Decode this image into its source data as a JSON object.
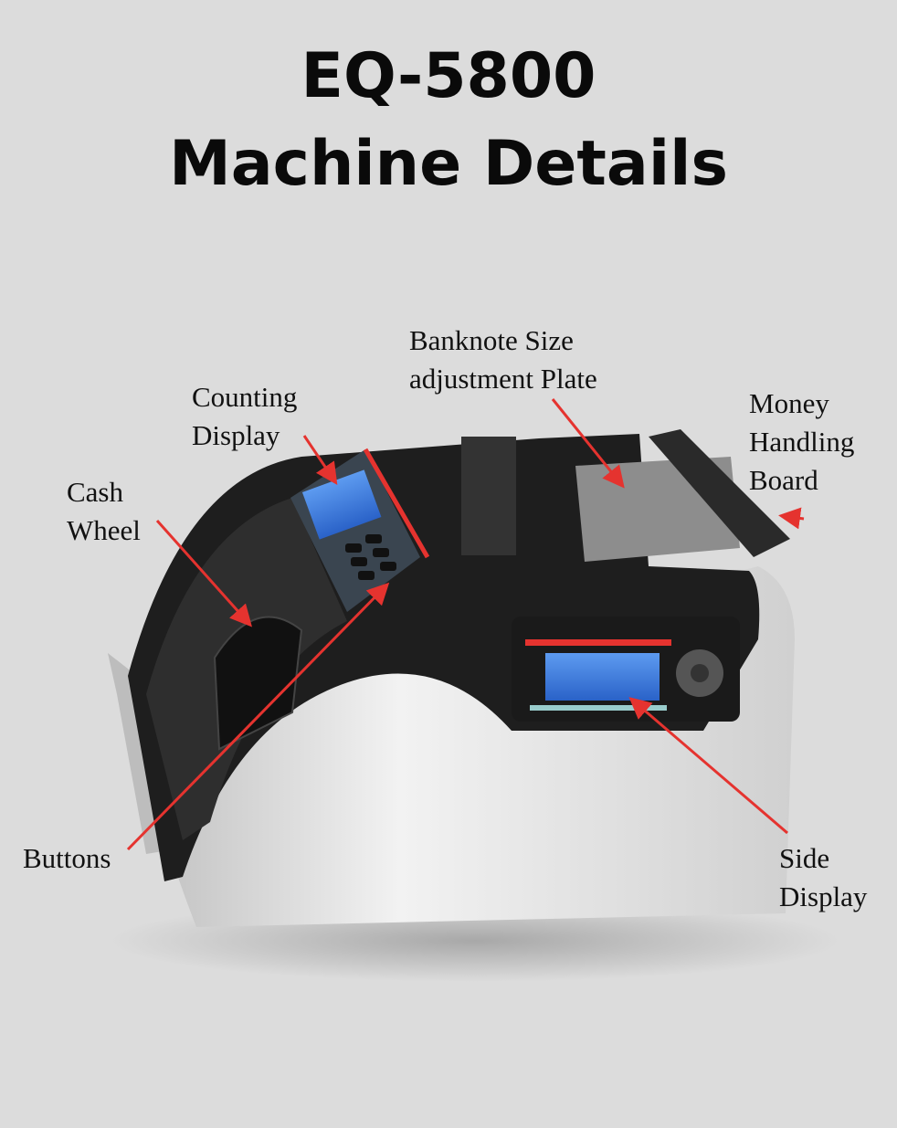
{
  "title": {
    "line1": "EQ-5800",
    "line2": "Machine Details"
  },
  "labels": {
    "counting_display": [
      "Counting",
      "Display"
    ],
    "banknote_plate": [
      "Banknote Size",
      "adjustment Plate"
    ],
    "money_board": [
      "Money",
      "Handling",
      "Board"
    ],
    "cash_wheel": [
      "Cash",
      "Wheel"
    ],
    "buttons": [
      "Buttons"
    ],
    "side_display": [
      "Side",
      "Display"
    ]
  },
  "colors": {
    "background": "#dcdcdc",
    "arrow": "#e5332f",
    "lcd": "#3d7fe0",
    "body": "#e9e9e9",
    "top": "#1e1e1e"
  }
}
